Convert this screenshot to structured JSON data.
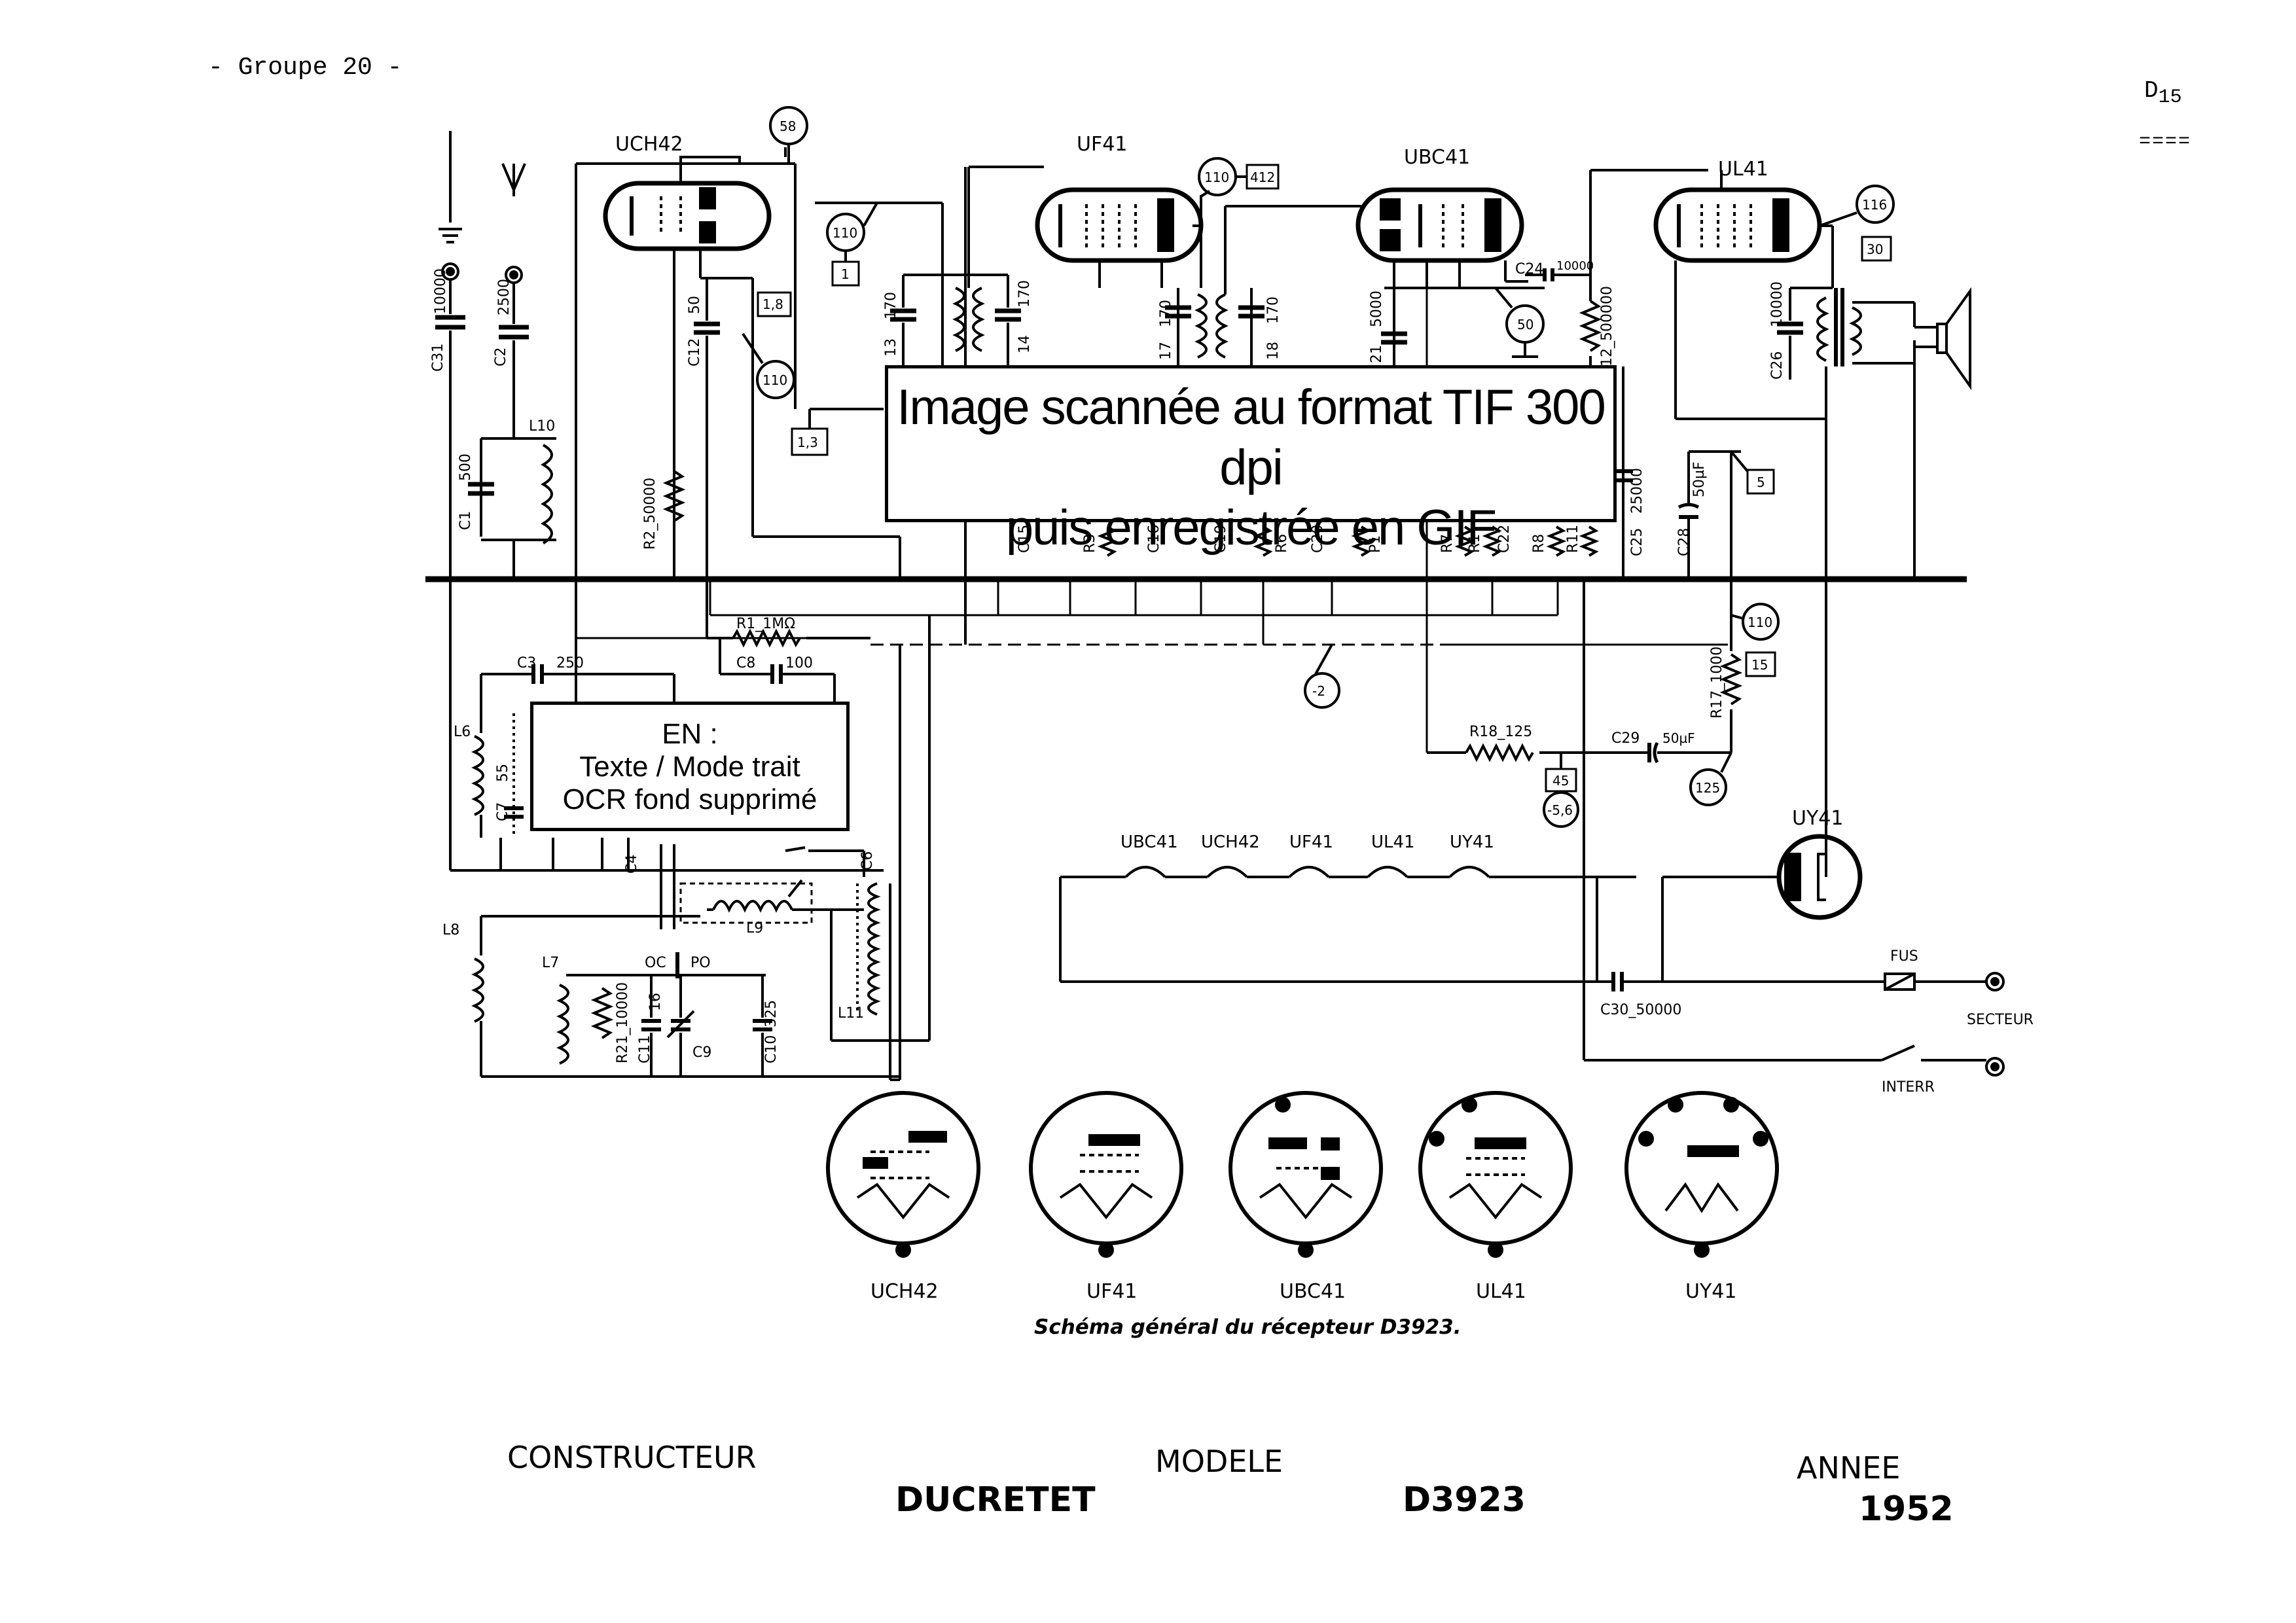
{
  "header": {
    "group": "- Groupe 20 -",
    "page_ref_main": "D",
    "page_ref_sub": "15",
    "page_ref_under": "===="
  },
  "tubes": {
    "uch42": "UCH42",
    "uf41": "UF41",
    "ubc41": "UBC41",
    "ul41": "UL41",
    "uy41": "UY41"
  },
  "components": {
    "c31": "C31",
    "c31_val": "10000",
    "c2": "C2",
    "c2_val": "2500",
    "c1": "C1",
    "c1_val": "500",
    "l10": "L10",
    "r2": "R2_50000",
    "c12": "C12",
    "c12_val": "50",
    "c13_val": "170",
    "c13": "13",
    "c14": "14",
    "c14_val": "170",
    "c17": "17",
    "c17_val": "170",
    "c18": "18",
    "c18_val": "170",
    "c21": "21",
    "c21_val": "5000",
    "c24": "C24",
    "c24_val": "10000",
    "r12": "12_500000",
    "c26": "C26",
    "c26_val": "10000",
    "c25": "C25",
    "c25_val": "25000",
    "c28": "C28",
    "c28_val": "50µF",
    "c15": "C15",
    "r3": "R3",
    "c16": "C16",
    "c19": "C19",
    "r6": "R6",
    "c20": "C20",
    "p1": "P1",
    "r7": "R7",
    "r1b": "R1",
    "c22": "C22",
    "r8": "R8",
    "r11": "R11",
    "r1": "R1_1MΩ",
    "c3": "C3",
    "c3_val": "250",
    "c8": "C8",
    "c8_val": "100",
    "l6": "L6",
    "c7": "C7",
    "c7_val": "55",
    "c4": "C4",
    "c6": "C6",
    "l9": "L9",
    "l8": "L8",
    "l7": "L7",
    "oc": "OC",
    "po": "PO",
    "r21": "R21_10000",
    "c11": "C11",
    "c11_val": "16",
    "c9": "C9",
    "c10": "C10",
    "c10_val": "325",
    "l11": "L11",
    "r18": "R18_125",
    "c29": "C29",
    "c29_val": "50µF",
    "r17": "R17_1000",
    "c30": "C30_50000",
    "fus": "FUS",
    "secteur": "SECTEUR",
    "interr": "INTERR"
  },
  "markers": {
    "m58": "58",
    "m110a": "110",
    "m1": "1",
    "m110b": "110",
    "m412": "412",
    "m116": "116",
    "m30": "30",
    "m1_8": "1,8",
    "m110c": "110",
    "m1_3": "1,3",
    "m50": "50",
    "m5": "5",
    "m110d": "110",
    "m15": "15",
    "m2": "-2",
    "m45": "45",
    "m5_6": "-5,6",
    "m125": "125"
  },
  "filament_chain": [
    "UBC41",
    "UCH42",
    "UF41",
    "UL41",
    "UY41"
  ],
  "bases": [
    "UCH42",
    "UF41",
    "UBC41",
    "UL41",
    "UY41"
  ],
  "notices": {
    "main_line1": "Image scannée au format TIF 300 dpi",
    "main_line2": "puis enregistrée en GIF",
    "en_line1": "EN :",
    "en_line2": "Texte / Mode trait",
    "en_line3": "OCR fond supprimé"
  },
  "caption": "Schéma général du récepteur D3923.",
  "footer": {
    "constructeur_label": "CONSTRUCTEUR",
    "modele_label": "MODELE",
    "annee_label": "ANNEE",
    "constructeur": "DUCRETET",
    "modele": "D3923",
    "annee": "1952"
  }
}
